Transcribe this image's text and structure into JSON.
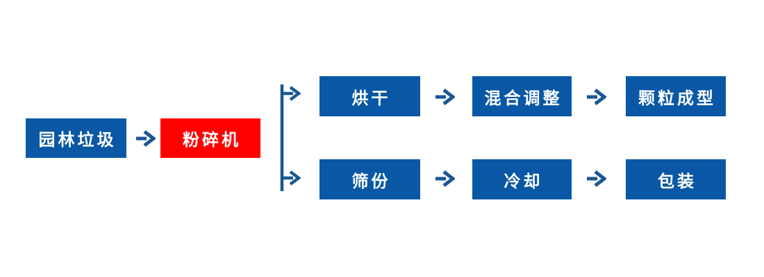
{
  "diagram": {
    "description": "Garden waste pellet production process flowchart",
    "colors": {
      "node_blue": "#0a58a5",
      "node_red": "#fe0000",
      "arrow_navy": "#1a5694",
      "text_white": "#ffffff",
      "background": "#ffffff"
    },
    "nodes": {
      "garden_waste": {
        "label": "园林垃圾"
      },
      "crusher": {
        "label": "粉碎机"
      },
      "drying": {
        "label": "烘干"
      },
      "mixing": {
        "label": "混合调整"
      },
      "pellet": {
        "label": "颗粒成型"
      },
      "sieving": {
        "label": "筛份"
      },
      "cooling": {
        "label": "冷却"
      },
      "packing": {
        "label": "包装"
      }
    },
    "flow": {
      "main": [
        "园林垃圾",
        "粉碎机"
      ],
      "branch_top": [
        "烘干",
        "混合调整",
        "颗粒成型"
      ],
      "branch_bottom": [
        "筛份",
        "冷却",
        "包装"
      ]
    }
  }
}
